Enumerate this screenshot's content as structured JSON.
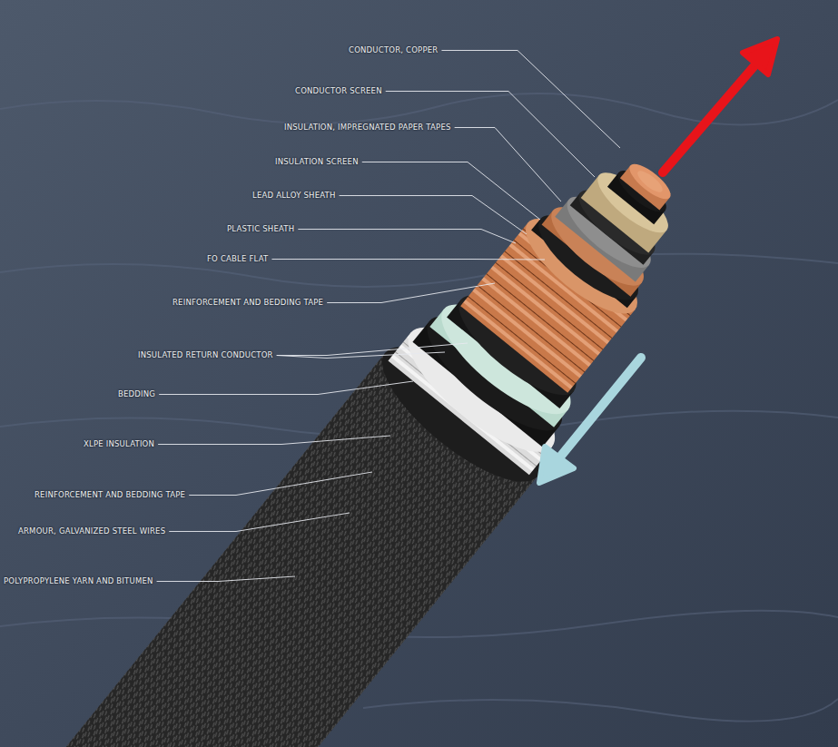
{
  "diagram": {
    "labels": [
      "CONDUCTOR, COPPER",
      "CONDUCTOR SCREEN",
      "INSULATION, IMPREGNATED PAPER TAPES",
      "INSULATION SCREEN",
      "LEAD ALLOY SHEATH",
      "PLASTIC SHEATH",
      "FO CABLE FLAT",
      "REINFORCEMENT AND BEDDING TAPE",
      "INSULATED RETURN CONDUCTOR",
      "BEDDING",
      "XLPE INSULATION",
      "REINFORCEMENT AND BEDDING TAPE",
      "ARMOUR, GALVANIZED STEEL WIRES",
      "POLYPROPYLENE YARN AND BITUMEN"
    ]
  }
}
